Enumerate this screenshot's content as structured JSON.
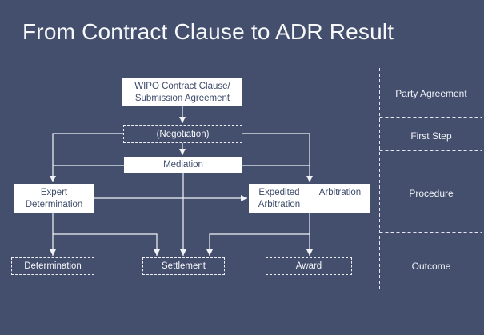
{
  "slide": {
    "title": "From Contract Clause to ADR Result"
  },
  "flowchart": {
    "wipo": {
      "line1": "WIPO Contract Clause/",
      "line2": "Submission Agreement"
    },
    "negotiation": {
      "label": "(Negotiation)"
    },
    "mediation": {
      "label": "Mediation"
    },
    "expert": {
      "line1": "Expert",
      "line2": "Determination"
    },
    "expedited": {
      "line1": "Expedited",
      "line2": "Arbitration"
    },
    "arbitration": {
      "label": "Arbitration"
    },
    "determination": {
      "label": "Determination"
    },
    "settlement": {
      "label": "Settlement"
    },
    "award": {
      "label": "Award"
    }
  },
  "sidebar": {
    "labels": [
      {
        "label": "Party Agreement"
      },
      {
        "label": "First Step"
      },
      {
        "label": "Procedure"
      },
      {
        "label": "Outcome"
      }
    ]
  },
  "colors": {
    "background": "#444F6E",
    "box_fill": "#FFFFFF",
    "box_text": "#3D4A6B",
    "line": "#F2F4F8"
  }
}
